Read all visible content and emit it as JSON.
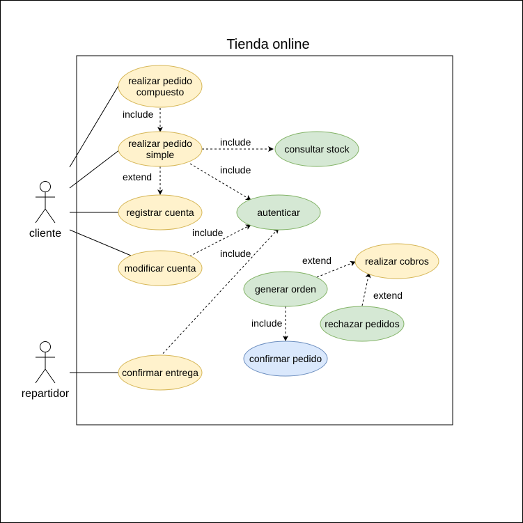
{
  "diagram": {
    "system_title": "Tienda online",
    "actors": {
      "cliente": "cliente",
      "repartidor": "repartidor"
    },
    "use_cases": {
      "pedido_compuesto": [
        "realizar pedido",
        "compuesto"
      ],
      "pedido_simple": [
        "realizar pedido",
        "simple"
      ],
      "registrar_cuenta": [
        "registrar cuenta"
      ],
      "modificar_cuenta": [
        "modificar cuenta"
      ],
      "confirmar_entrega": [
        "confirmar entrega"
      ],
      "consultar_stock": [
        "consultar stock"
      ],
      "autenticar": [
        "autenticar"
      ],
      "generar_orden": [
        "generar orden"
      ],
      "realizar_cobros": [
        "realizar cobros"
      ],
      "rechazar_pedidos": [
        "rechazar pedidos"
      ],
      "confirmar_pedido": [
        "confirmar pedido"
      ]
    },
    "relation_labels": {
      "compuesto_simple": "include",
      "simple_stock": "include",
      "simple_autenticar": "include",
      "simple_registrar": "extend",
      "modificar_autenticar": "include",
      "entrega_autenticar": "include",
      "orden_cobros": "extend",
      "rechazar_cobros": "extend",
      "orden_pedido": "include"
    },
    "colors": {
      "yellow_fill": "#fff2cc",
      "yellow_stroke": "#d6b656",
      "green_fill": "#d5e8d4",
      "green_stroke": "#82b366",
      "blue_fill": "#dae8fc",
      "blue_stroke": "#6c8ebf"
    }
  }
}
